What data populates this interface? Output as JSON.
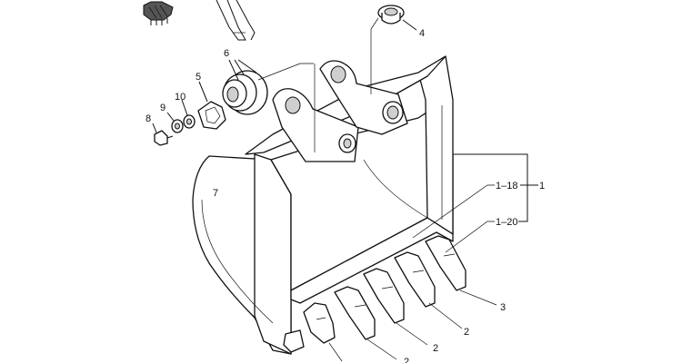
{
  "labels": {
    "l1": "1",
    "l1_18": "1–18",
    "l1_20": "1–20",
    "l2a": "2",
    "l2b": "2",
    "l2c": "2",
    "l3": "3",
    "l4": "4",
    "l5": "5",
    "l6": "6",
    "l7": "7",
    "l8": "8",
    "l9": "9",
    "l10": "10"
  },
  "icons": {
    "corner": "bucket-thumbnail-icon",
    "top": "adapter-thumbnail-icon"
  }
}
